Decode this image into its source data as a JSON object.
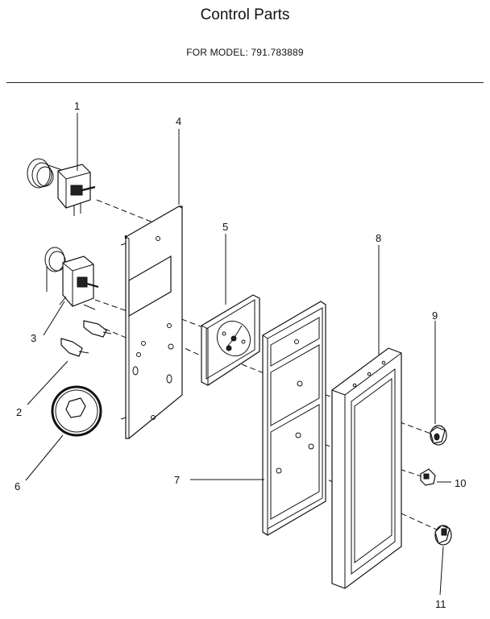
{
  "header": {
    "title": "Control Parts",
    "model_line": "FOR MODEL:  791.783889"
  },
  "callouts": [
    "1",
    "2",
    "3",
    "4",
    "5",
    "6",
    "7",
    "8",
    "9",
    "10",
    "11"
  ]
}
